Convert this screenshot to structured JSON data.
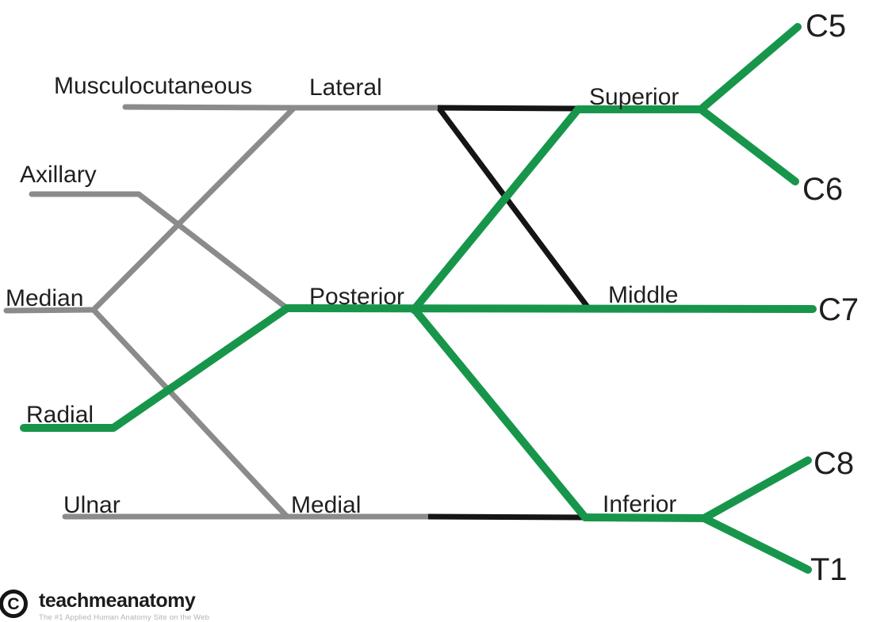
{
  "palette": {
    "gray": "#8b8b8b",
    "black": "#151515",
    "green": "#17964b",
    "text": "#1f1f1f"
  },
  "labels": {
    "nerves": {
      "musculocutaneous": "Musculocutaneous",
      "axillary": "Axillary",
      "median": "Median",
      "radial": "Radial",
      "ulnar": "Ulnar"
    },
    "cords": {
      "lateral": "Lateral",
      "posterior": "Posterior",
      "medial": "Medial"
    },
    "trunks": {
      "superior": "Superior",
      "middle": "Middle",
      "inferior": "Inferior"
    },
    "roots": {
      "c5": "C5",
      "c6": "C6",
      "c7": "C7",
      "c8": "C8",
      "t1": "T1"
    }
  },
  "logo": {
    "symbol": "C",
    "name": "teachmeanatomy",
    "tagline": "The #1 Applied Human Anatomy Site on the Web"
  }
}
